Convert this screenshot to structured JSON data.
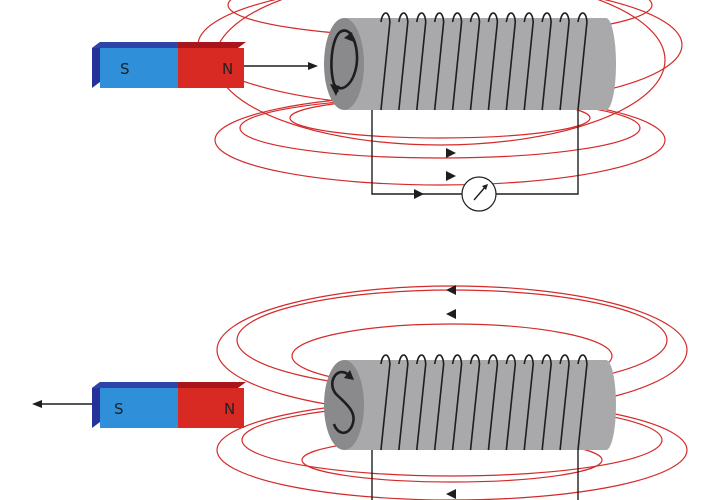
{
  "colors": {
    "field_line": "#d42a2a",
    "magnet_south_face": "#2f8fd8",
    "magnet_south_top": "#2d44a8",
    "magnet_south_end": "#24329a",
    "magnet_north_face": "#d82a22",
    "magnet_north_top": "#a8151a",
    "core_body": "#a9a9ab",
    "core_end": "#8a8a8d",
    "wire": "#1e1e1e",
    "meter_face": "#ffffff"
  },
  "panels": [
    {
      "id": "top",
      "magnet": {
        "south_label": "S",
        "north_label": "N"
      },
      "motion": "toward-coil",
      "field_arrow_direction": "right",
      "coil_turns": 12
    },
    {
      "id": "bottom",
      "magnet": {
        "south_label": "S",
        "north_label": "N"
      },
      "motion": "away-from-coil",
      "field_arrow_direction": "left",
      "coil_turns": 12
    }
  ],
  "icons": {
    "meter": "galvanometer-icon",
    "current_direction": "curved-arrow-icon",
    "motion": "arrow-icon"
  }
}
